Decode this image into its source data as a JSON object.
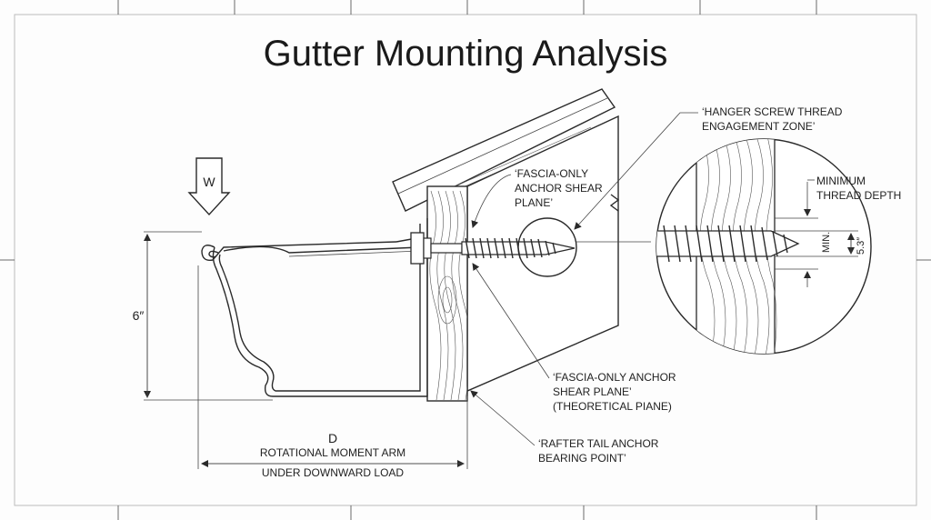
{
  "diagram": {
    "title": "Gutter Mounting Analysis",
    "load_symbol": "W",
    "height_dim": "6″",
    "moment_arm": {
      "symbol": "D",
      "line1": "ROTATIONAL MOMENT ARM",
      "line2": "UNDER DOWNWARD LOAD"
    },
    "callout_fascia_top": {
      "line1": "‘FASCIA-ONLY",
      "line2": "ANCHOR SHEAR",
      "line3": "PLANE’"
    },
    "callout_hanger": {
      "line1": "‘HANGER SCREW THREAD",
      "line2": "ENGAGEMENT ZONE’"
    },
    "callout_fascia_bottom": {
      "line1": "‘FASCIA-ONLY ANCHOR",
      "line2": "SHEAR PLANE’",
      "line3": "(THEORETICAL PIANE)"
    },
    "callout_rafter": {
      "line1": "‘RAFTER TAIL ANCHOR",
      "line2": "BEARING POINT’"
    },
    "detail": {
      "min_depth_line1": "MINIMUM",
      "min_depth_line2": "THREAD DEPTH",
      "min_label": "MIN.",
      "depth_value": "5.3″"
    }
  }
}
